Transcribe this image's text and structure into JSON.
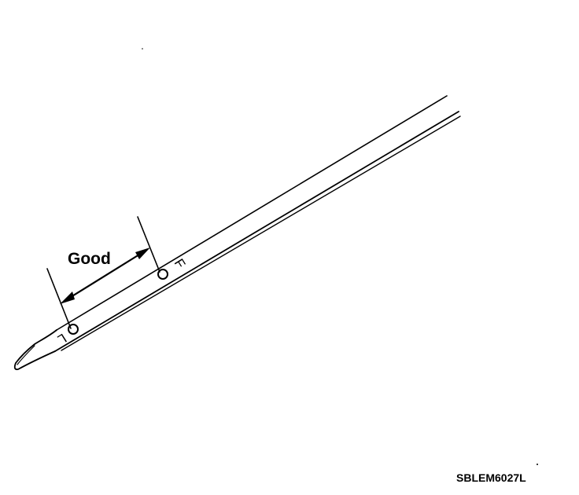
{
  "diagram": {
    "range_label": "Good",
    "figure_code": "SBLEM6027L",
    "marks": {
      "low": "L",
      "full": "F"
    }
  }
}
